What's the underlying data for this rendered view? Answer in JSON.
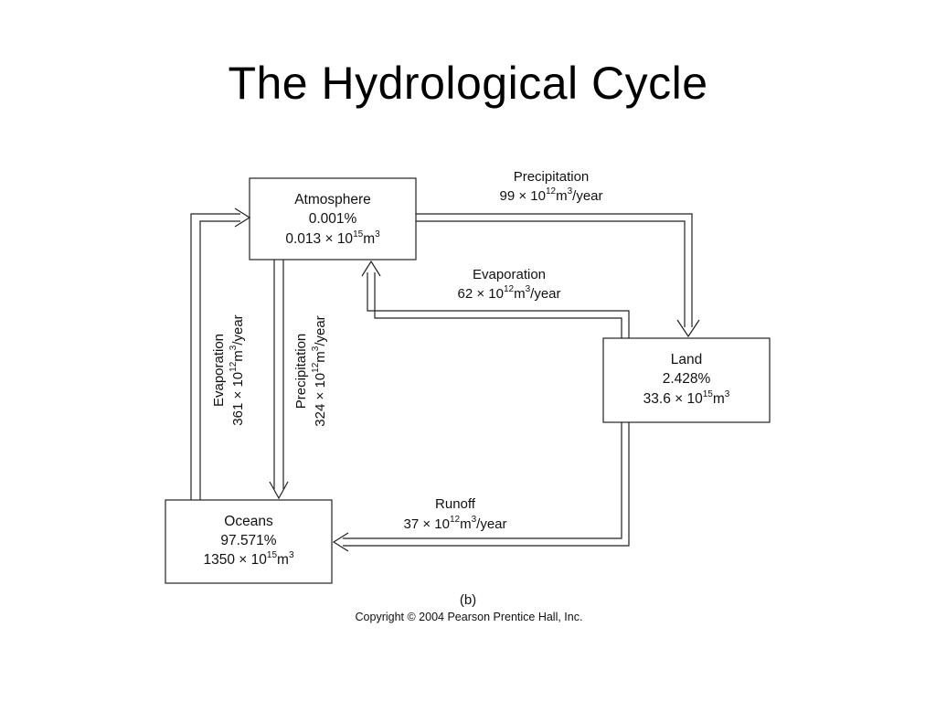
{
  "title": "The Hydrological Cycle",
  "reservoirs": {
    "atmosphere": {
      "name": "Atmosphere",
      "percent": "0.001%",
      "coef": "0.013",
      "exp": "15",
      "unit": "m",
      "unitExp": "3"
    },
    "land": {
      "name": "Land",
      "percent": "2.428%",
      "coef": "33.6",
      "exp": "15",
      "unit": "m",
      "unitExp": "3"
    },
    "oceans": {
      "name": "Oceans",
      "percent": "97.571%",
      "coef": "1350",
      "exp": "15",
      "unit": "m",
      "unitExp": "3"
    }
  },
  "flows": {
    "precip_land": {
      "name": "Precipitation",
      "coef": "99",
      "exp": "12",
      "unitExp": "3",
      "tail": "/year"
    },
    "evap_land": {
      "name": "Evaporation",
      "coef": "62",
      "exp": "12",
      "unitExp": "3",
      "tail": "/year"
    },
    "evap_ocean": {
      "name": "Evaporation",
      "coef": "361",
      "exp": "12",
      "unitExp": "3",
      "tail": "/year"
    },
    "precip_ocean": {
      "name": "Precipitation",
      "coef": "324",
      "exp": "12",
      "unitExp": "3",
      "tail": "/year"
    },
    "runoff": {
      "name": "Runoff",
      "coef": "37",
      "exp": "12",
      "unitExp": "3",
      "tail": "/year"
    }
  },
  "symbols": {
    "times": "×",
    "ten": "10",
    "m": "m"
  },
  "figure_label": "(b)",
  "copyright": "Copyright © 2004 Pearson Prentice Hall, Inc."
}
